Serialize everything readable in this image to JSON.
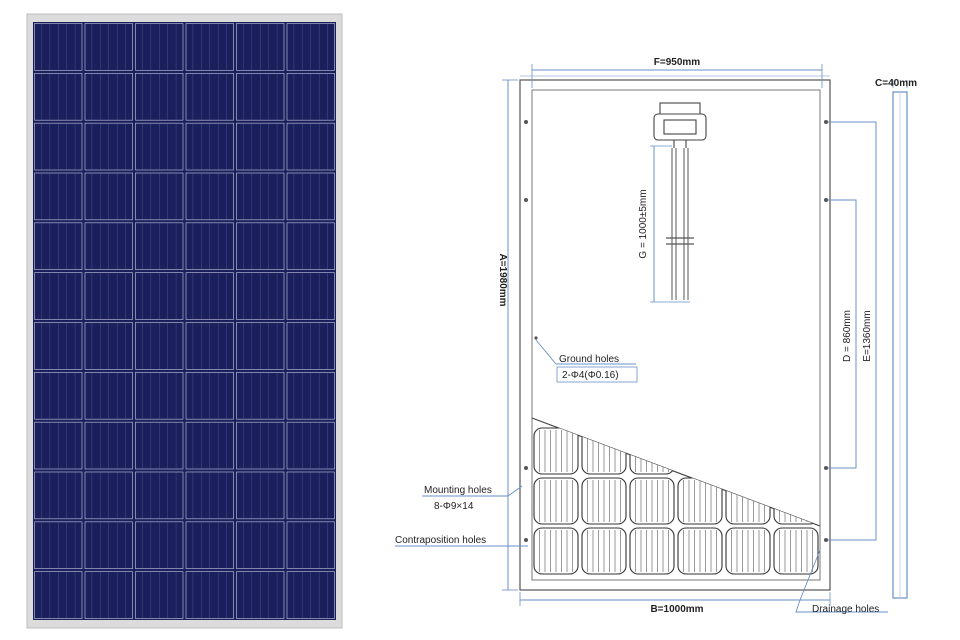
{
  "dimensions": {
    "width": "F=950mm",
    "bottom_width": "B=1000mm",
    "height": "A=1980mm",
    "frame_thickness": "C=40mm",
    "cable_length": "G = 1000±5mm",
    "mount_spacing_d": "D = 860mm",
    "mount_spacing_e": "E=1360mm"
  },
  "callouts": {
    "ground_holes": "Ground holes",
    "ground_holes_spec": "2-Φ4(Φ0.16)",
    "mounting_holes": "Mounting holes",
    "mounting_holes_spec": "8-Φ9×14",
    "contraposition_holes": "Contraposition holes",
    "drainage_holes": "Drainage holes"
  },
  "panel": {
    "cell_columns": 6,
    "cell_rows": 12,
    "cell_color": "#1b1f5c",
    "grid_color": "#c9cbe0",
    "frame_color": "#d9d9d9"
  },
  "colors": {
    "line": "#3a3a3a",
    "dim_line": "#6a8fc8",
    "outline": "#555555"
  }
}
